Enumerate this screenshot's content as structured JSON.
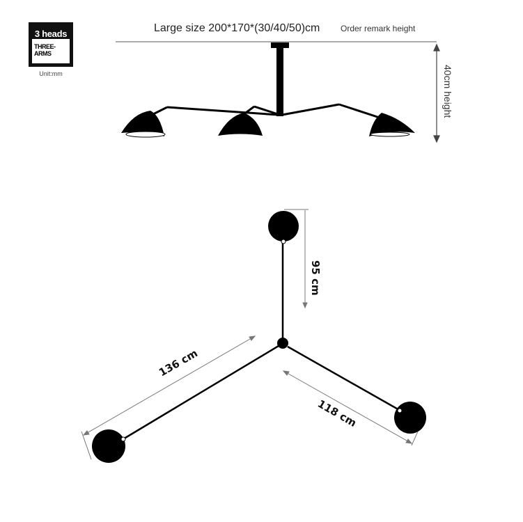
{
  "badge": {
    "heads": "3 heads",
    "arms": "THREE-ARMS"
  },
  "unit_label": "Unit:mm",
  "size_text": "Large size 200*170*(30/40/50)cm",
  "remark_text": "Order remark height",
  "height_label": "40cm height",
  "dimensions": {
    "top_arm": "95 cm",
    "left_arm": "136 cm",
    "right_arm": "118 cm"
  },
  "colors": {
    "lamp": "#000000",
    "dimension_line": "#888888",
    "text": "#222222"
  }
}
